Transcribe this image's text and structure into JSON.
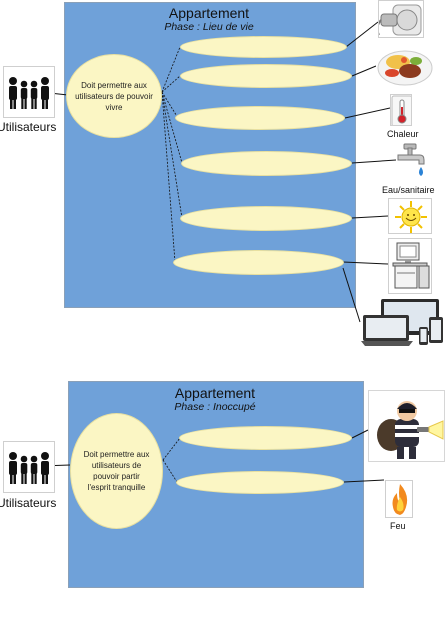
{
  "diagram_top": {
    "title": "Appartement",
    "phase": "Phase : Lieu de vie",
    "actor": "Utilisateurs",
    "main_function": "Doit permettre aux utilisateurs de pouvoir vivre",
    "captions": {
      "heat": "Chaleur",
      "water": "Eau/sanitaire"
    },
    "icons": [
      "power-outlet-icon",
      "food-plate-icon",
      "thermometer-icon",
      "water-tap-icon",
      "sun-icon",
      "computer-icon",
      "devices-icon"
    ]
  },
  "diagram_bottom": {
    "title": "Appartement",
    "phase": "Phase : Inoccupé",
    "actor": "Utilisateurs",
    "main_function": "Doit permettre aux utilisateurs de pouvoir partir l'esprit tranquille",
    "captions": {
      "fire": "Feu"
    },
    "icons": [
      "burglar-icon",
      "fire-icon"
    ]
  },
  "colors": {
    "box": "#6fa1d9",
    "ellipse": "#fbf6c4"
  }
}
